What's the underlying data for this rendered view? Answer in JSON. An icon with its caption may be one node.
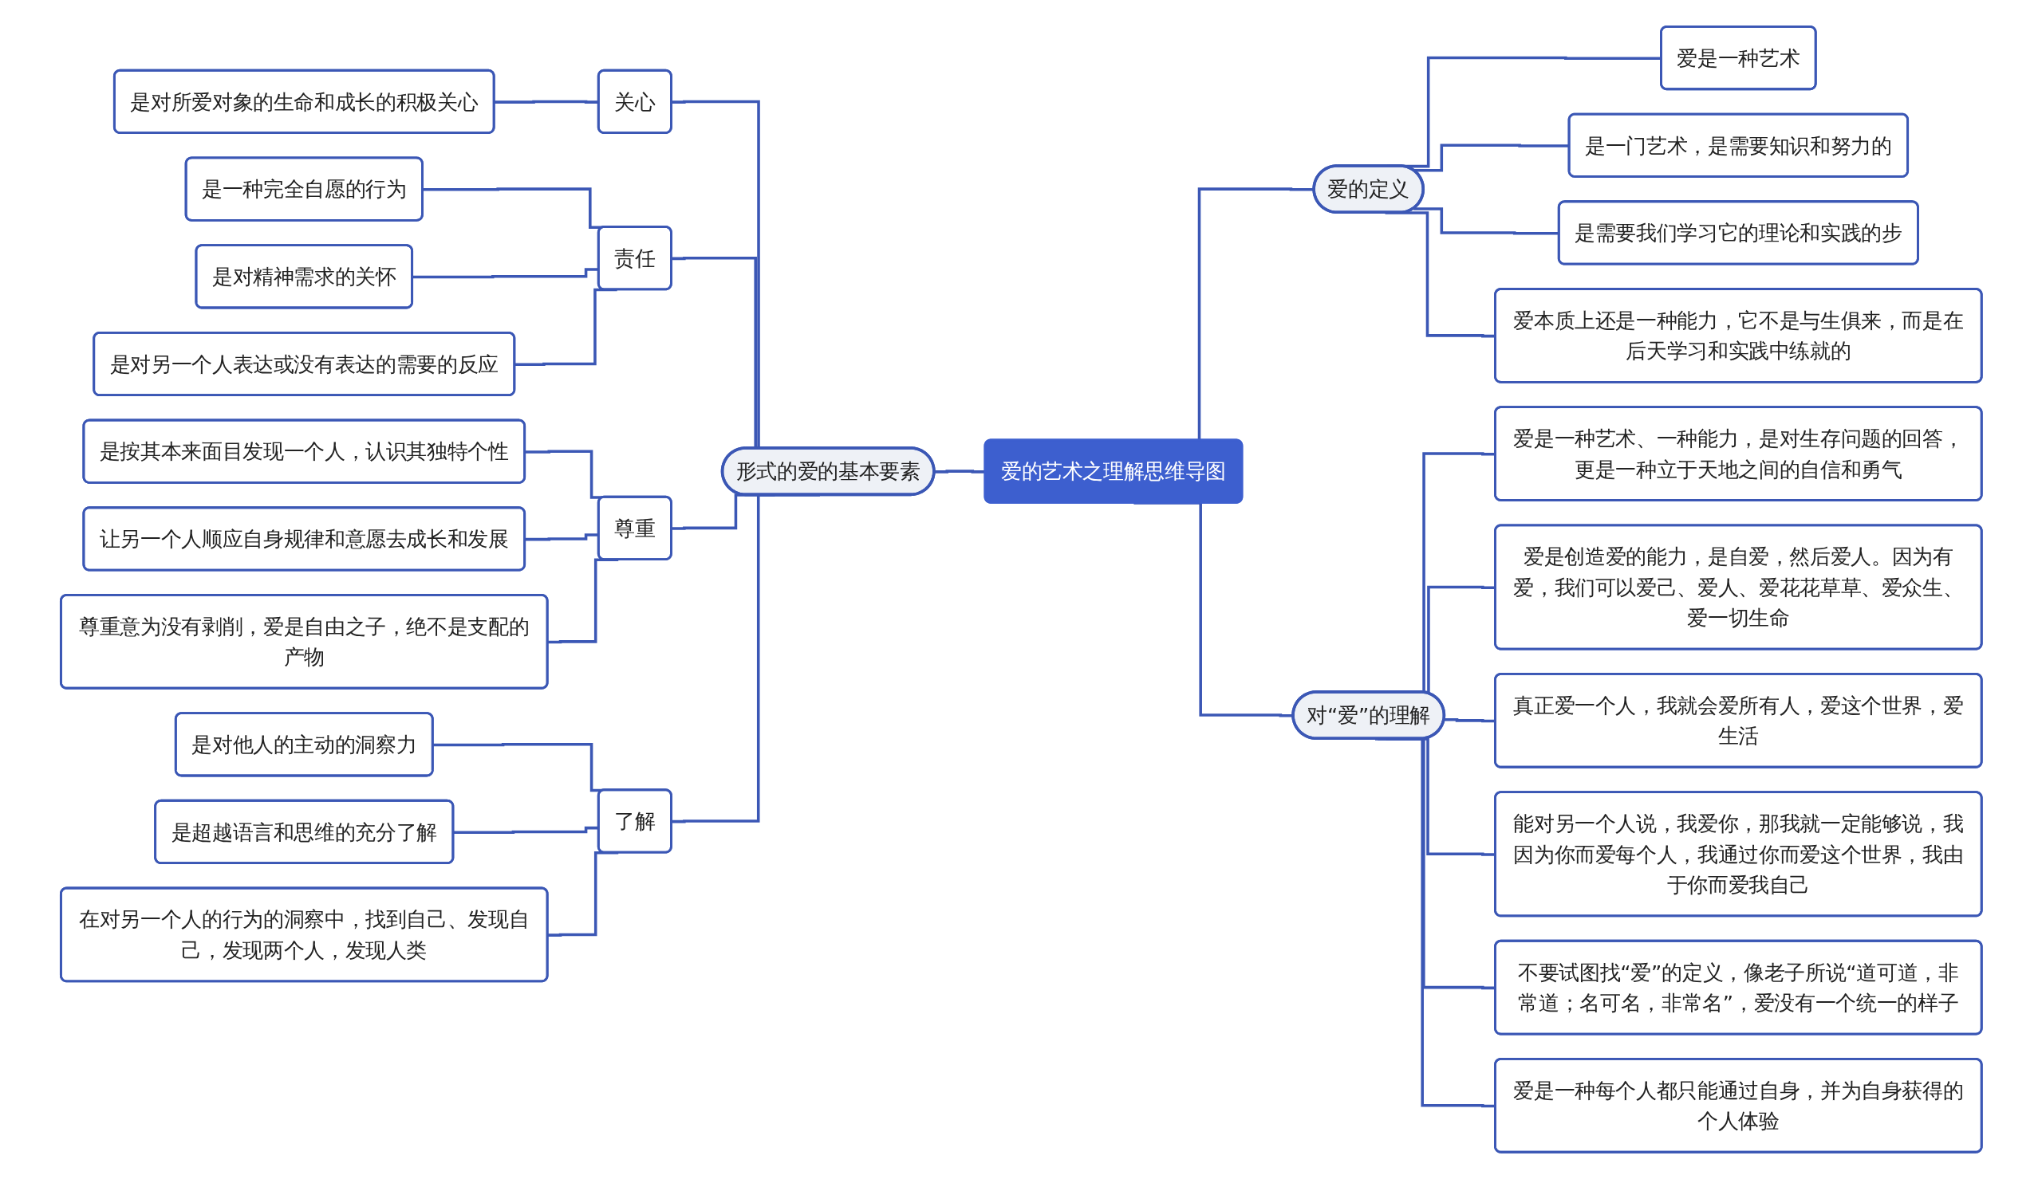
{
  "diagram": {
    "nodes": [
      {
        "text": [
          "爱的艺术之理解思维导图"
        ]
      },
      {
        "text": [
          "形式的爱的基本要素"
        ]
      },
      {
        "text": [
          "关心"
        ]
      },
      {
        "text": [
          "是对所爱对象的生命和成长的积极关心"
        ]
      },
      {
        "text": [
          "责任"
        ]
      },
      {
        "text": [
          "是一种完全自愿的行为"
        ]
      },
      {
        "text": [
          "是对精神需求的关怀"
        ]
      },
      {
        "text": [
          "是对另一个人表达或没有表达的需要的反应"
        ]
      },
      {
        "text": [
          "尊重"
        ]
      },
      {
        "text": [
          "是按其本来面目发现一个人，认识其独特个性"
        ]
      },
      {
        "text": [
          "让另一个人顺应自身规律和意愿去成长和发展"
        ]
      },
      {
        "text": [
          "尊重意为没有剥削，爱是自由之子，绝不是支配的产物"
        ]
      },
      {
        "text": [
          "了解"
        ]
      },
      {
        "text": [
          "是对他人的主动的洞察力"
        ]
      },
      {
        "text": [
          "是超越语言和思维的充分了解"
        ]
      },
      {
        "text": [
          "在对另一个人的行为的洞察中，找到自己、发现自己，发现两个人，发现人类"
        ]
      },
      {
        "text": [
          "爱的定义"
        ]
      },
      {
        "text": [
          "爱是一种艺术"
        ]
      },
      {
        "text": [
          "是一门艺术，是需要知识和努力的"
        ]
      },
      {
        "text": [
          "是需要我们学习它的理论和实践的步"
        ]
      },
      {
        "text": [
          "爱本质上还是一种能力，它不是与生俱来，而是在后天学习和实践中练就的"
        ]
      },
      {
        "text": [
          "对“爱”的理解"
        ]
      },
      {
        "text": [
          "爱是一种艺术、一种能力，是对生存问题的回答，更是一种立于天地之间的自信和勇气"
        ]
      },
      {
        "text": [
          "爱是创造爱的能力，是自爱，然后爱人。因为有爱，我们可以爱己、爱人、爱花花草草、爱众生、爱一切生命"
        ]
      },
      {
        "text": [
          "真正爱一个人，我就会爱所有人，爱这个世界，爱生活"
        ]
      },
      {
        "text": [
          "能对另一个人说，我爱你，那我就一定能够说，我因为你而爱每个人，我通过你而爱这个世界，我由于你而爱我自己"
        ]
      },
      {
        "text": [
          "不要试图找“爱”的定义，像老子所说“道可道，非常道；名可名，非常名”，爱没有一个统一的样子"
        ]
      },
      {
        "text": [
          "爱是一种每个人都只能通过自身，并为自身获得的个人体验"
        ]
      }
    ],
    "edges": [
      {
        "from": 1,
        "to": 0,
        "arrow": "none"
      },
      {
        "from": 2,
        "to": 1,
        "arrow": "none"
      },
      {
        "from": 3,
        "to": 2,
        "arrow": "none"
      },
      {
        "from": 4,
        "to": 1,
        "arrow": "none"
      },
      {
        "from": 5,
        "to": 4,
        "arrow": "none"
      },
      {
        "from": 6,
        "to": 4,
        "arrow": "none"
      },
      {
        "from": 7,
        "to": 4,
        "arrow": "none"
      },
      {
        "from": 8,
        "to": 1,
        "arrow": "none"
      },
      {
        "from": 9,
        "to": 8,
        "arrow": "none"
      },
      {
        "from": 10,
        "to": 8,
        "arrow": "none"
      },
      {
        "from": 11,
        "to": 8,
        "arrow": "none"
      },
      {
        "from": 12,
        "to": 1,
        "arrow": "none"
      },
      {
        "from": 13,
        "to": 12,
        "arrow": "none"
      },
      {
        "from": 14,
        "to": 12,
        "arrow": "none"
      },
      {
        "from": 15,
        "to": 12,
        "arrow": "none"
      },
      {
        "from": 0,
        "to": 16,
        "arrow": "none"
      },
      {
        "from": 16,
        "to": 17,
        "arrow": "none"
      },
      {
        "from": 16,
        "to": 18,
        "arrow": "none"
      },
      {
        "from": 16,
        "to": 19,
        "arrow": "none"
      },
      {
        "from": 16,
        "to": 20,
        "arrow": "none"
      },
      {
        "from": 0,
        "to": 21,
        "arrow": "none"
      },
      {
        "from": 21,
        "to": 22,
        "arrow": "none"
      },
      {
        "from": 21,
        "to": 23,
        "arrow": "none"
      },
      {
        "from": 21,
        "to": 24,
        "arrow": "none"
      },
      {
        "from": 21,
        "to": 25,
        "arrow": "none"
      },
      {
        "from": 21,
        "to": 26,
        "arrow": "none"
      },
      {
        "from": 21,
        "to": 27,
        "arrow": "none"
      }
    ]
  }
}
